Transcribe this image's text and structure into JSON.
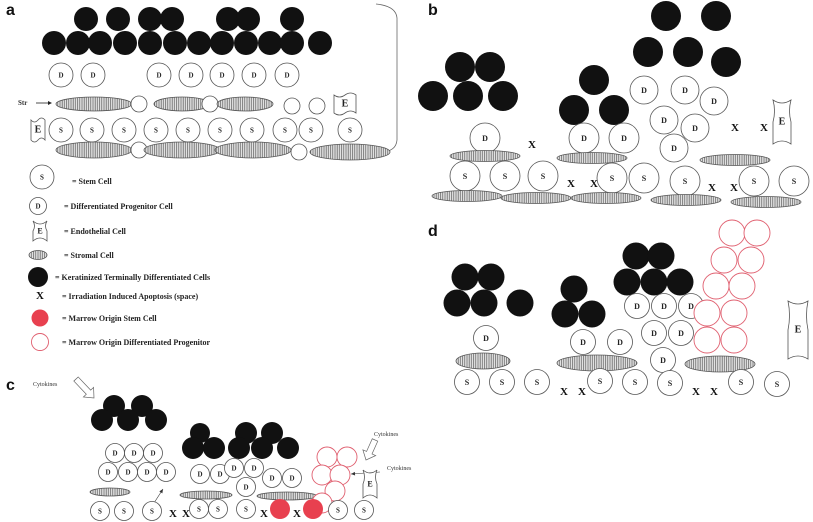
{
  "panels": {
    "a": {
      "label": "a",
      "str_label": "Str"
    },
    "b": {
      "label": "b"
    },
    "c": {
      "label": "c",
      "cytokine_labels": [
        "Cytokines",
        "Cytokines",
        "Cytokines"
      ]
    },
    "d": {
      "label": "d"
    }
  },
  "cell_letters": {
    "stem": "S",
    "progenitor": "D",
    "endothelial": "E",
    "apoptosis": "X"
  },
  "legend": [
    {
      "key": "stem",
      "symbol": "S",
      "text": "= Stem Cell"
    },
    {
      "key": "progenitor",
      "symbol": "D",
      "text": "= Differentiated Progenitor Cell"
    },
    {
      "key": "endothelial",
      "symbol": "E",
      "text": "= Endothelial Cell"
    },
    {
      "key": "stromal",
      "symbol": "",
      "text": "= Stromal Cell"
    },
    {
      "key": "keratinized",
      "symbol": "",
      "text": "= Keratinized Terminally Differentiated Cells"
    },
    {
      "key": "apoptosis",
      "symbol": "X",
      "text": "= Irradiation Induced Apoptosis (space)"
    },
    {
      "key": "marrow-stem",
      "symbol": "",
      "text": "= Marrow Origin Stem Cell"
    },
    {
      "key": "marrow-progenitor",
      "symbol": "",
      "text": "= Marrow Origin Differentiated Progenitor"
    }
  ],
  "colors": {
    "keratinized": "#111111",
    "outline": "#555555",
    "stromal_fill": "#d9d9d9",
    "marrow_stem": "#e8404f",
    "marrow_progenitor_stroke": "#e06070",
    "text": "#222222"
  }
}
